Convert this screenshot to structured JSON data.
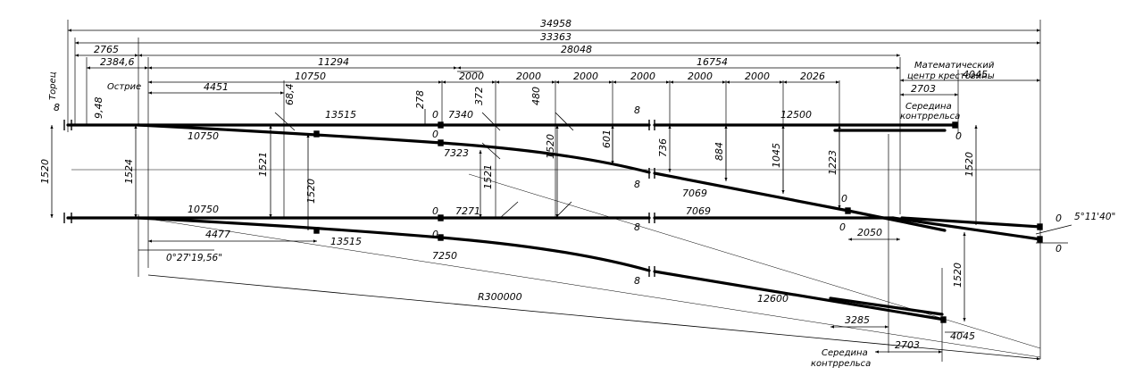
{
  "colors": {
    "ink": "#000000",
    "background": "#ffffff"
  },
  "labels": {
    "torets": "Торец",
    "ostrie": "Острие",
    "math_center_1": "Математический",
    "math_center_2": "центр крестовины",
    "seredina_1": "Середина",
    "seredina_2": "контррельса",
    "seredina_b1": "Середина",
    "seredina_b2": "контррельса",
    "radius": "R300000",
    "angle_switch": "0°27'19,56\"",
    "angle_frog": "5°11'40\""
  },
  "dims": {
    "overall_34958": "34958",
    "d_33363": "33363",
    "d_2765": "2765",
    "d_28048": "28048",
    "d_4045_top": "4045",
    "d_2384": "2384,6",
    "d_11294": "11294",
    "d_16754": "16754",
    "d_10750_top": "10750",
    "d_4451": "4451",
    "d_68": "68,4",
    "d_8_left": "8",
    "d_9_48": "9,48",
    "d_2000_a": "2000",
    "d_2000_b": "2000",
    "d_2000_c": "2000",
    "d_2000_d": "2000",
    "d_2000_e": "2000",
    "d_2000_f": "2000",
    "d_2026": "2026",
    "d_2703_top": "2703",
    "d_278": "278",
    "d_372": "372",
    "d_480": "480",
    "d_13515_top": "13515",
    "d_7340": "7340",
    "d_12500": "12500",
    "d_8_top": "8",
    "d_0_a": "0",
    "d_0_b": "0",
    "d_10750_curve": "10750",
    "d_7323": "7323",
    "d_601": "601",
    "d_736": "736",
    "d_884": "884",
    "d_1045": "1045",
    "d_1223": "1223",
    "d_1520_mid": "1520",
    "d_1521_mid": "1521",
    "d_1521_left": "1521",
    "d_1520_left2": "1520",
    "d_1524": "1524",
    "d_1520_gauge": "1520",
    "d_1520_right": "1520",
    "d_7069_a": "7069",
    "d_7069_b": "7069",
    "d_8_mid": "8",
    "d_8_mid2": "8",
    "d_8_bottom": "8",
    "d_0_c": "0",
    "d_0_d": "0",
    "d_0_e": "0",
    "d_0_f": "0",
    "d_0_g": "0",
    "d_0_h": "0",
    "d_0_i": "0",
    "d_10750_lower": "10750",
    "d_7271": "7271",
    "d_2050": "2050",
    "d_4477": "4477",
    "d_13515_low": "13515",
    "d_7250": "7250",
    "d_12600": "12600",
    "d_3285": "3285",
    "d_2703_bottom": "2703",
    "d_4045_bottom": "4045",
    "d_1520_lowright": "1520"
  }
}
